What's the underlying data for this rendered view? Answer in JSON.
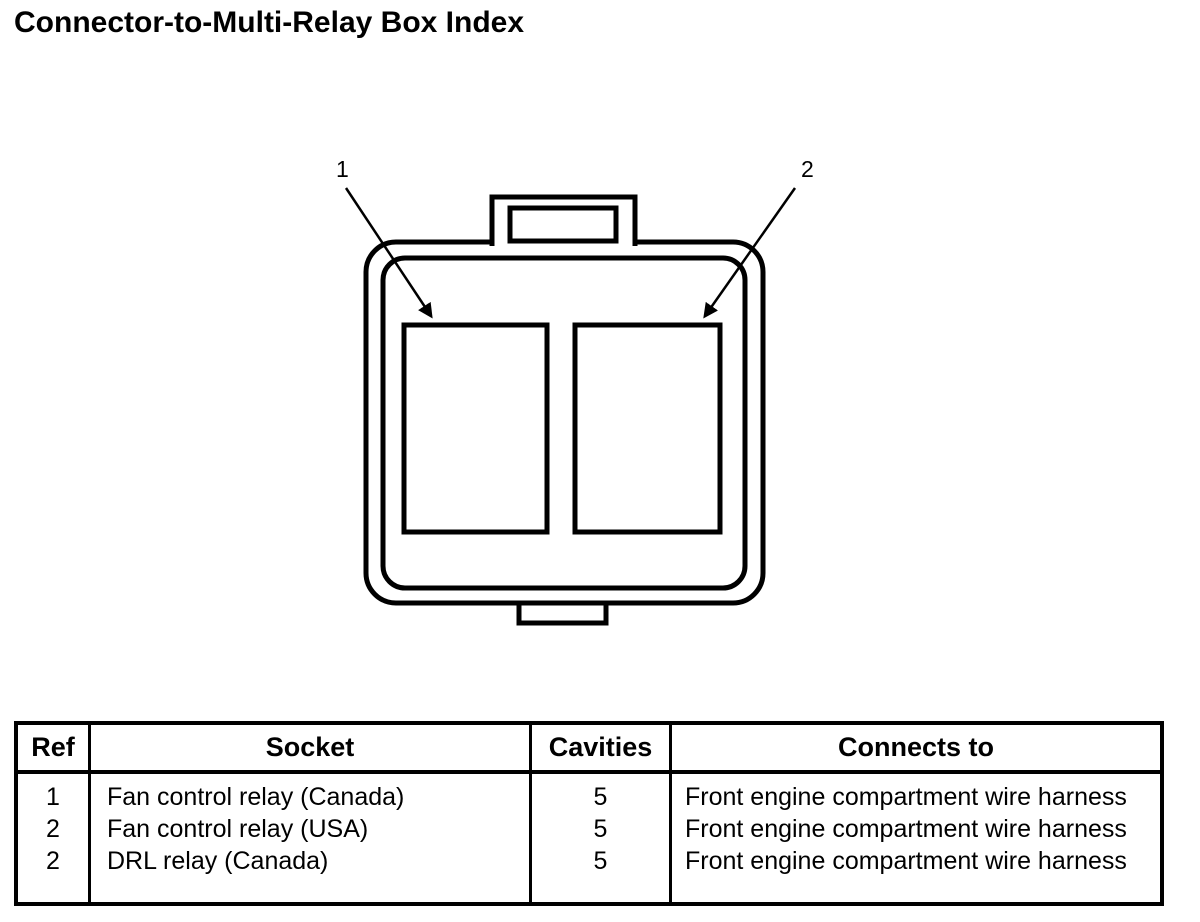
{
  "page": {
    "title": "Connector-to-Multi-Relay Box Index",
    "ink_color": "#000000",
    "background_color": "#ffffff"
  },
  "diagram": {
    "type": "connector-face-view",
    "callouts": [
      {
        "ref": "1",
        "points_to": "socket-1"
      },
      {
        "ref": "2",
        "points_to": "socket-2"
      }
    ]
  },
  "table": {
    "headers": [
      "Ref",
      "Socket",
      "Cavities",
      "Connects to"
    ],
    "rows": [
      {
        "ref": "1",
        "socket": "Fan control relay (Canada)",
        "cavities": "5",
        "connects_to": "Front engine compartment wire harness"
      },
      {
        "ref": "2",
        "socket": "Fan control relay (USA)",
        "cavities": "5",
        "connects_to": "Front engine compartment wire harness"
      },
      {
        "ref": "2",
        "socket": "DRL relay (Canada)",
        "cavities": "5",
        "connects_to": "Front engine compartment wire harness"
      }
    ]
  }
}
